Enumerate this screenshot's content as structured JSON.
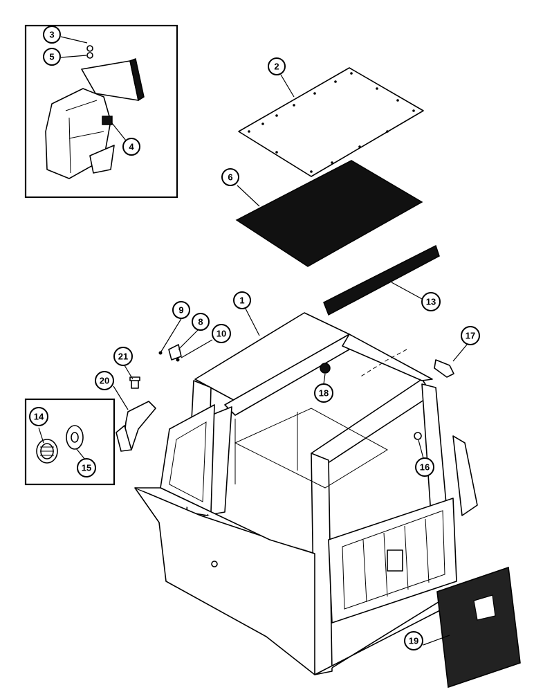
{
  "callouts": {
    "c1": "1",
    "c2": "2",
    "c3": "3",
    "c4": "4",
    "c5": "5",
    "c6": "6",
    "c8": "8",
    "c9": "9",
    "c10": "10",
    "c13": "13",
    "c14": "14",
    "c15": "15",
    "c16": "16",
    "c17": "17",
    "c18": "18",
    "c19": "19",
    "c20": "20",
    "c21": "21"
  },
  "colors": {
    "line": "#000000",
    "insulation": "#111111",
    "background": "#ffffff"
  }
}
